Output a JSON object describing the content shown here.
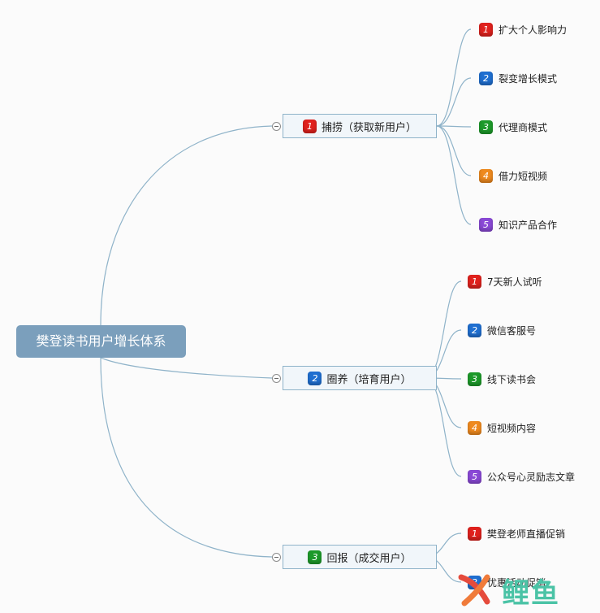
{
  "root": {
    "label": "樊登读书用户增长体系"
  },
  "colors": {
    "red": "#e0211d",
    "blue": "#1f6fd1",
    "green": "#1d9a2a",
    "orange": "#ef8a1f",
    "purple": "#8a49d6",
    "line": "#8fb3c9",
    "root_bg": "#7b9fbc"
  },
  "branches": [
    {
      "number": "1",
      "color": "red",
      "label": "捕捞（获取新用户）",
      "children": [
        {
          "number": "1",
          "color": "red",
          "label": "扩大个人影响力"
        },
        {
          "number": "2",
          "color": "blue",
          "label": "裂变增长模式"
        },
        {
          "number": "3",
          "color": "green",
          "label": "代理商模式"
        },
        {
          "number": "4",
          "color": "orange",
          "label": "借力短视频"
        },
        {
          "number": "5",
          "color": "purple",
          "label": "知识产品合作"
        }
      ]
    },
    {
      "number": "2",
      "color": "blue",
      "label": "圈养（培育用户）",
      "children": [
        {
          "number": "1",
          "color": "red",
          "label": "7天新人试听"
        },
        {
          "number": "2",
          "color": "blue",
          "label": "微信客服号"
        },
        {
          "number": "3",
          "color": "green",
          "label": "线下读书会"
        },
        {
          "number": "4",
          "color": "orange",
          "label": "短视频内容"
        },
        {
          "number": "5",
          "color": "purple",
          "label": "公众号心灵励志文章"
        }
      ]
    },
    {
      "number": "3",
      "color": "green",
      "label": "回报（成交用户）",
      "children": [
        {
          "number": "1",
          "color": "red",
          "label": "樊登老师直播促销"
        },
        {
          "number": "2",
          "color": "blue",
          "label": "优惠活动促销"
        }
      ]
    }
  ],
  "watermark": {
    "text": "鲤鱼",
    "icon": "fish-logo-icon"
  }
}
